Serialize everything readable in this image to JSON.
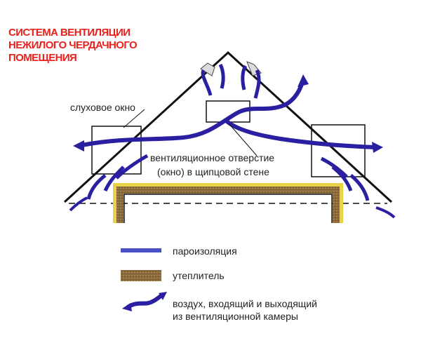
{
  "title": {
    "lines": [
      "СИСТЕМА ВЕНТИЛЯЦИИ",
      "НЕЖИЛОГО ЧЕРДАЧНОГО",
      "ПОМЕЩЕНИЯ"
    ],
    "color": "#e8211c"
  },
  "labels": {
    "dormer": "слуховое окно",
    "vent_line1": "вентиляционное отверстие",
    "vent_line2": "(окно) в щипцовой стене"
  },
  "legend": {
    "vapor_barrier": "пароизоляция",
    "insulation": "утеплитель",
    "airflow_line1": "воздух, входящий и выходящий",
    "airflow_line2": "из вентиляционной камеры"
  },
  "colors": {
    "airflow": "#2a1fa0",
    "vapor_barrier": "#4a4fc4",
    "insulation": "#8a6a3a",
    "outline": "#111111"
  }
}
